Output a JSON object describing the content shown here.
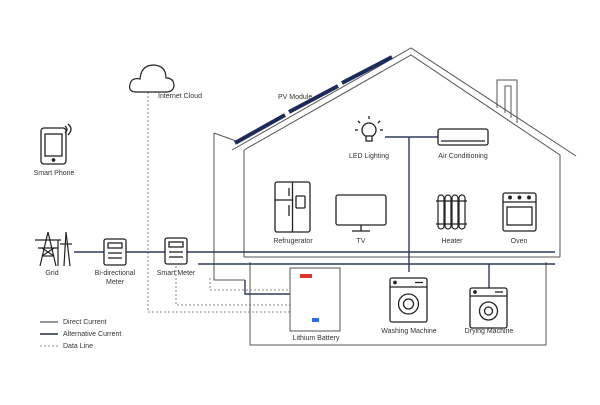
{
  "labels": {
    "internet_cloud": "Internet Cloud",
    "pv_module": "PV Module",
    "smart_phone": "Smart Phone",
    "led_lighting": "LED Lighting",
    "air_conditioning": "Air Conditioning",
    "refrigerator": "Refrugerator",
    "tv": "TV",
    "heater": "Heater",
    "oven": "Oven",
    "grid": "Grid",
    "bidirectional_meter_line1": "Bi-directional",
    "bidirectional_meter_line2": "Meter",
    "smart_meter": "Smart Meter",
    "lithium_battery": "Lithium  Battery",
    "washing_machine": "Washing Machine",
    "drying_machine": "Drying Machine"
  },
  "legend": {
    "direct_current": "Direct Current",
    "alternative_current": "Alternative Current",
    "data_line": "Data Line"
  },
  "colors": {
    "house_outline": "#555555",
    "dc_line": "#1f2a44",
    "ac_line": "#2e3a5c",
    "data_line": "#666666",
    "pv_panel": "#1e2a5a",
    "icon_stroke": "#222222",
    "battery_brand": "#d9352b",
    "battery_screen": "#2f6fd6"
  },
  "icons": {
    "cloud": "cloud-icon",
    "phone": "smartphone-icon",
    "led": "light-bulb-icon",
    "ac": "air-conditioner-icon",
    "fridge": "refrigerator-icon",
    "tv": "tv-icon",
    "heater": "heater-icon",
    "oven": "oven-icon",
    "grid": "power-tower-icon",
    "meter": "meter-icon",
    "battery": "battery-icon",
    "washer": "washing-machine-icon",
    "dryer": "drying-machine-icon"
  }
}
